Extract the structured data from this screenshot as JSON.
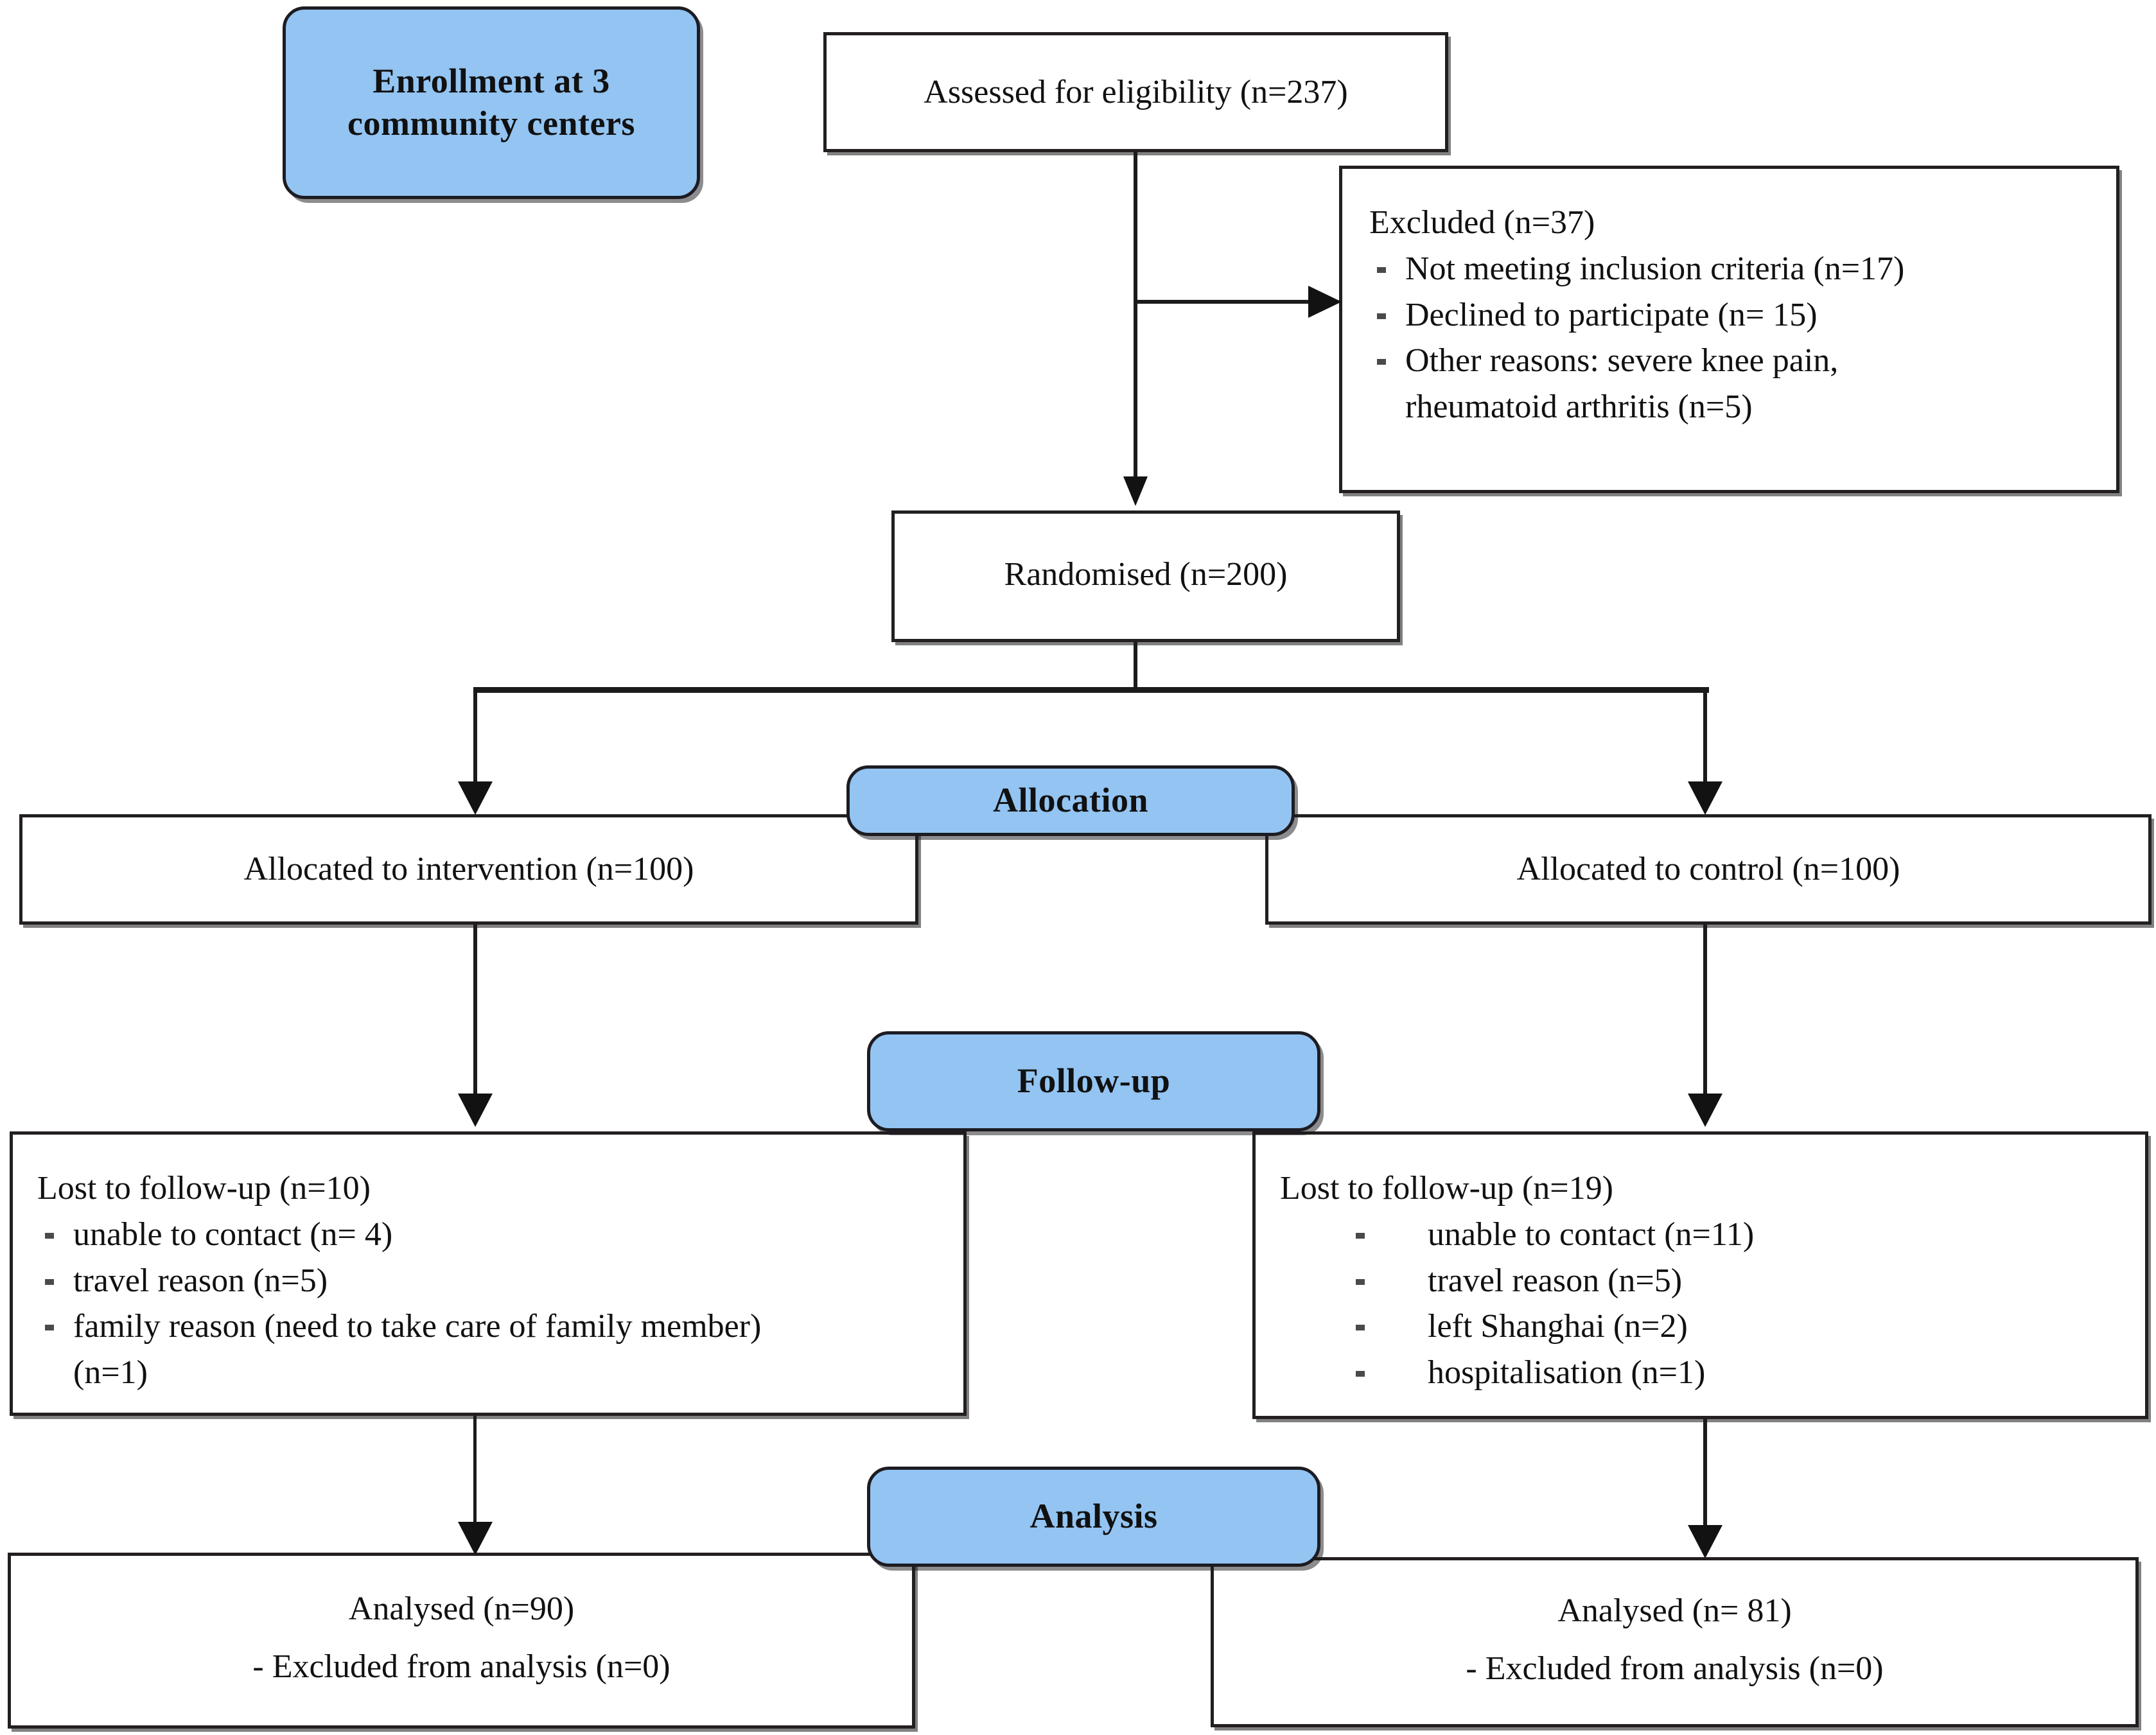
{
  "diagram": {
    "title": "CONSORT participant flow diagram",
    "accent_color": "#93C4F2",
    "line_color": "#1b1b1b",
    "box_border_color": "#231f20"
  },
  "stages": {
    "enrollment": "Enrollment at 3\ncommunity centers",
    "enrollment_line1": "Enrollment at 3",
    "enrollment_line2": "community centers",
    "allocation": "Allocation",
    "followup": "Follow-up",
    "analysis": "Analysis"
  },
  "enrollment": {
    "assessed": "Assessed for eligibility (n=237)",
    "excluded": {
      "heading": "Excluded (n=37)",
      "reasons": [
        "Not meeting inclusion criteria (n=17)",
        "Declined to participate (n= 15)",
        "Other reasons: severe knee pain,",
        "rheumatoid arthritis (n=5)"
      ],
      "reason1": "Not meeting inclusion criteria (n=17)",
      "reason2": "Declined to participate (n= 15)",
      "reason3_line1": "Other reasons: severe knee pain,",
      "reason3_line2": "rheumatoid arthritis (n=5)"
    },
    "randomised": "Randomised (n=200)"
  },
  "allocation": {
    "intervention": "Allocated to intervention (n=100)",
    "control": "Allocated to control  (n=100)"
  },
  "followup": {
    "intervention": {
      "heading": "Lost to follow-up (n=10)",
      "reason1": "unable to contact (n= 4)",
      "reason2": "travel reason (n=5)",
      "reason3_line1": "family reason  (need to take care of family member)",
      "reason3_line2": "(n=1)"
    },
    "control": {
      "heading": "Lost to follow-up (n=19)",
      "reason1": "unable to contact (n=11)",
      "reason2": "travel reason (n=5)",
      "reason3": "left Shanghai (n=2)",
      "reason4": "hospitalisation (n=1)"
    }
  },
  "analysis": {
    "intervention": {
      "analysed": "Analysed (n=90)",
      "excluded": "Excluded from analysis (n=0)"
    },
    "control": {
      "analysed": "Analysed  (n= 81)",
      "excluded": "Excluded from analysis (n=0)"
    }
  }
}
